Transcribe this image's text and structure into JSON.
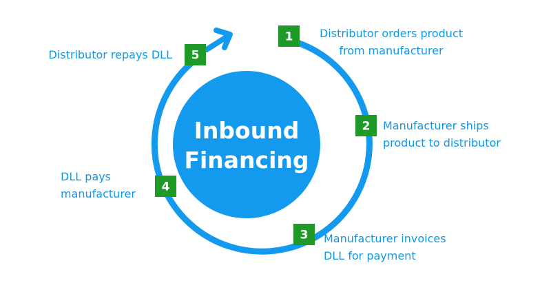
{
  "center": {
    "line1": "Inbound",
    "line2": "Financing"
  },
  "colors": {
    "ring": "#1399ee",
    "center": "#1399ee",
    "badge": "#1f9a28",
    "text": "#1199e6"
  },
  "steps": [
    {
      "number": "1",
      "line1": "Distributor orders product",
      "line2": "from manufacturer"
    },
    {
      "number": "2",
      "line1": "Manufacturer ships",
      "line2": "product to distributor"
    },
    {
      "number": "3",
      "line1": "Manufacturer invoices",
      "line2": "DLL for payment"
    },
    {
      "number": "4",
      "line1": "DLL pays",
      "line2": "manufacturer"
    },
    {
      "number": "5",
      "line1": "Distributor repays DLL",
      "line2": ""
    }
  ]
}
